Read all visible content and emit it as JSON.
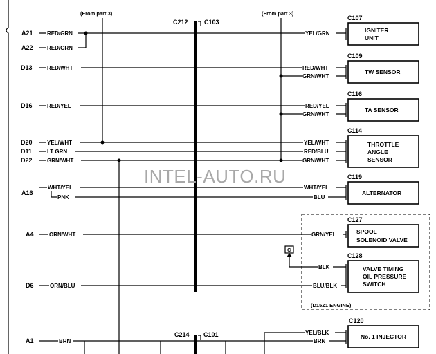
{
  "notes": {
    "from_part3_left": "(From part 3)",
    "from_part3_right": "(From part 3)",
    "engine_note": "(D15Z1 ENGINE)",
    "ground_label": "C"
  },
  "watermark": "INTEL-AUTO.RU",
  "connectors": {
    "c212": "C212",
    "c103": "C103",
    "c214": "C214",
    "c101": "C101"
  },
  "pins": {
    "a21": "A21",
    "a22": "A22",
    "d13": "D13",
    "d16": "D16",
    "d20": "D20",
    "d11": "D11",
    "d22": "D22",
    "a16": "A16",
    "a4": "A4",
    "d6": "D6",
    "a1": "A1"
  },
  "left_wires": {
    "a21": "RED/GRN",
    "a22": "RED/GRN",
    "d13": "RED/WHT",
    "d16": "RED/YEL",
    "d20": "YEL/WHT",
    "d11": "LT GRN",
    "d22": "GRN/WHT",
    "a16_1": "WHT/YEL",
    "a16_2": "PNK",
    "a4": "ORN/WHT",
    "d6": "ORN/BLU",
    "a1": "BRN"
  },
  "right_wires": {
    "c107": "YEL/GRN",
    "c109_1": "RED/WHT",
    "c109_2": "GRN/WHT",
    "c116_1": "RED/YEL",
    "c116_2": "GRN/WHT",
    "c114_1": "YEL/WHT",
    "c114_2": "RED/BLU",
    "c114_3": "GRN/WHT",
    "c119_1": "WHT/YEL",
    "c119_2": "BLU",
    "c127": "GRN/YEL",
    "c128_1": "BLK",
    "c128_2": "BLU/BLK",
    "c120_1": "YEL/BLK",
    "c120_2": "BRN"
  },
  "components": [
    {
      "id": "C107",
      "lines": [
        "IGNITER",
        "UNIT"
      ]
    },
    {
      "id": "C109",
      "lines": [
        "TW SENSOR"
      ]
    },
    {
      "id": "C116",
      "lines": [
        "TA SENSOR"
      ]
    },
    {
      "id": "C114",
      "lines": [
        "THROTTLE",
        "ANGLE",
        "SENSOR"
      ]
    },
    {
      "id": "C119",
      "lines": [
        "ALTERNATOR"
      ]
    },
    {
      "id": "C127",
      "lines": [
        "SPOOL",
        "SOLENOID VALVE"
      ]
    },
    {
      "id": "C128",
      "lines": [
        "VALVE TIMING",
        "OIL PRESSURE",
        "SWITCH"
      ]
    },
    {
      "id": "C120",
      "lines": [
        "No. 1 INJECTOR"
      ]
    }
  ]
}
